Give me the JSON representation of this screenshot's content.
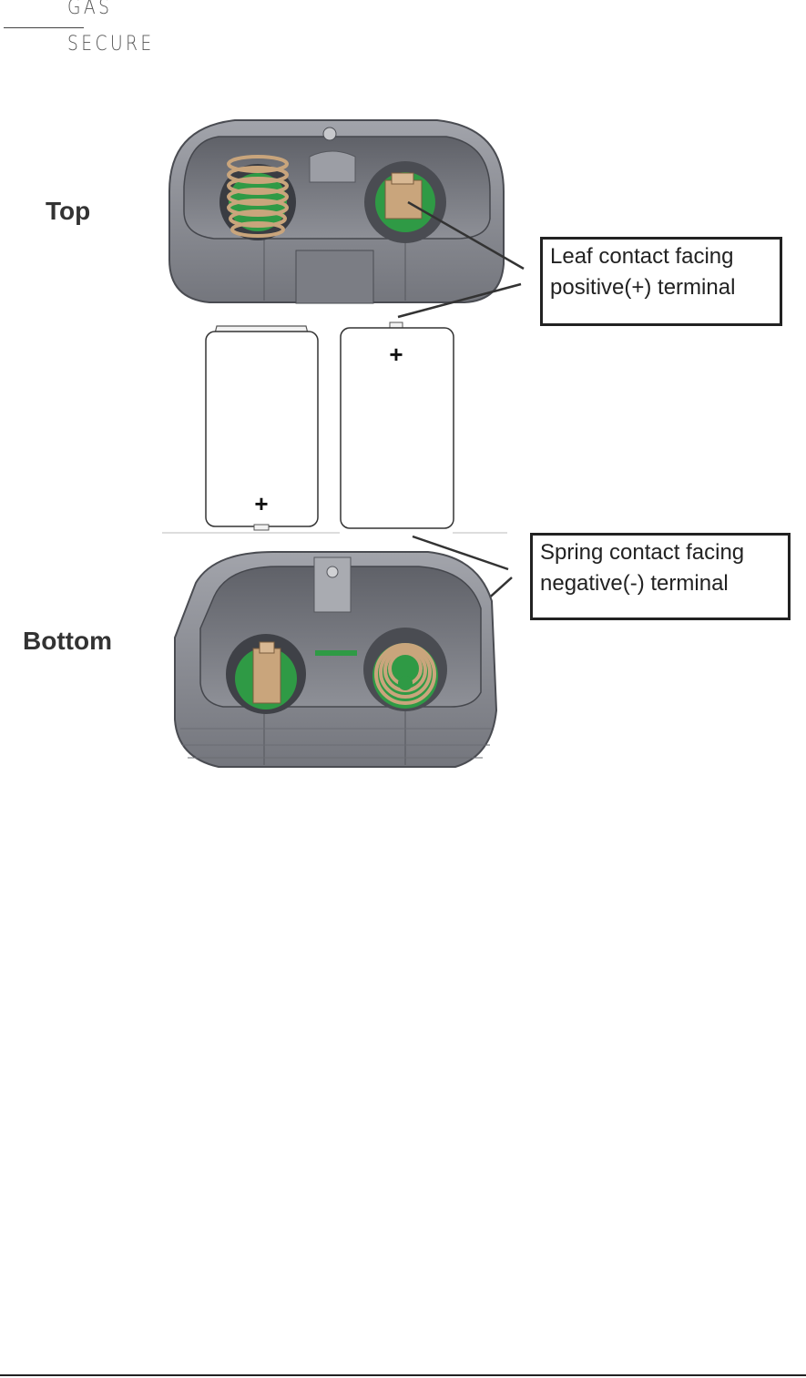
{
  "logo": {
    "line1": "GAS",
    "line2": "SECURE"
  },
  "labels": {
    "top": "Top",
    "bottom": "Bottom"
  },
  "callouts": {
    "leaf": {
      "line1": "Leaf contact facing",
      "line2": "positive(+) terminal"
    },
    "spring": {
      "line1": "Spring contact facing",
      "line2": "negative(-) terminal"
    }
  },
  "battery_marks": {
    "left": "+",
    "right": "+"
  },
  "colors": {
    "housing": "#8a8c93",
    "housing_dark": "#6d6f76",
    "pcb": "#2f9a45",
    "contact": "#c9a57c"
  }
}
